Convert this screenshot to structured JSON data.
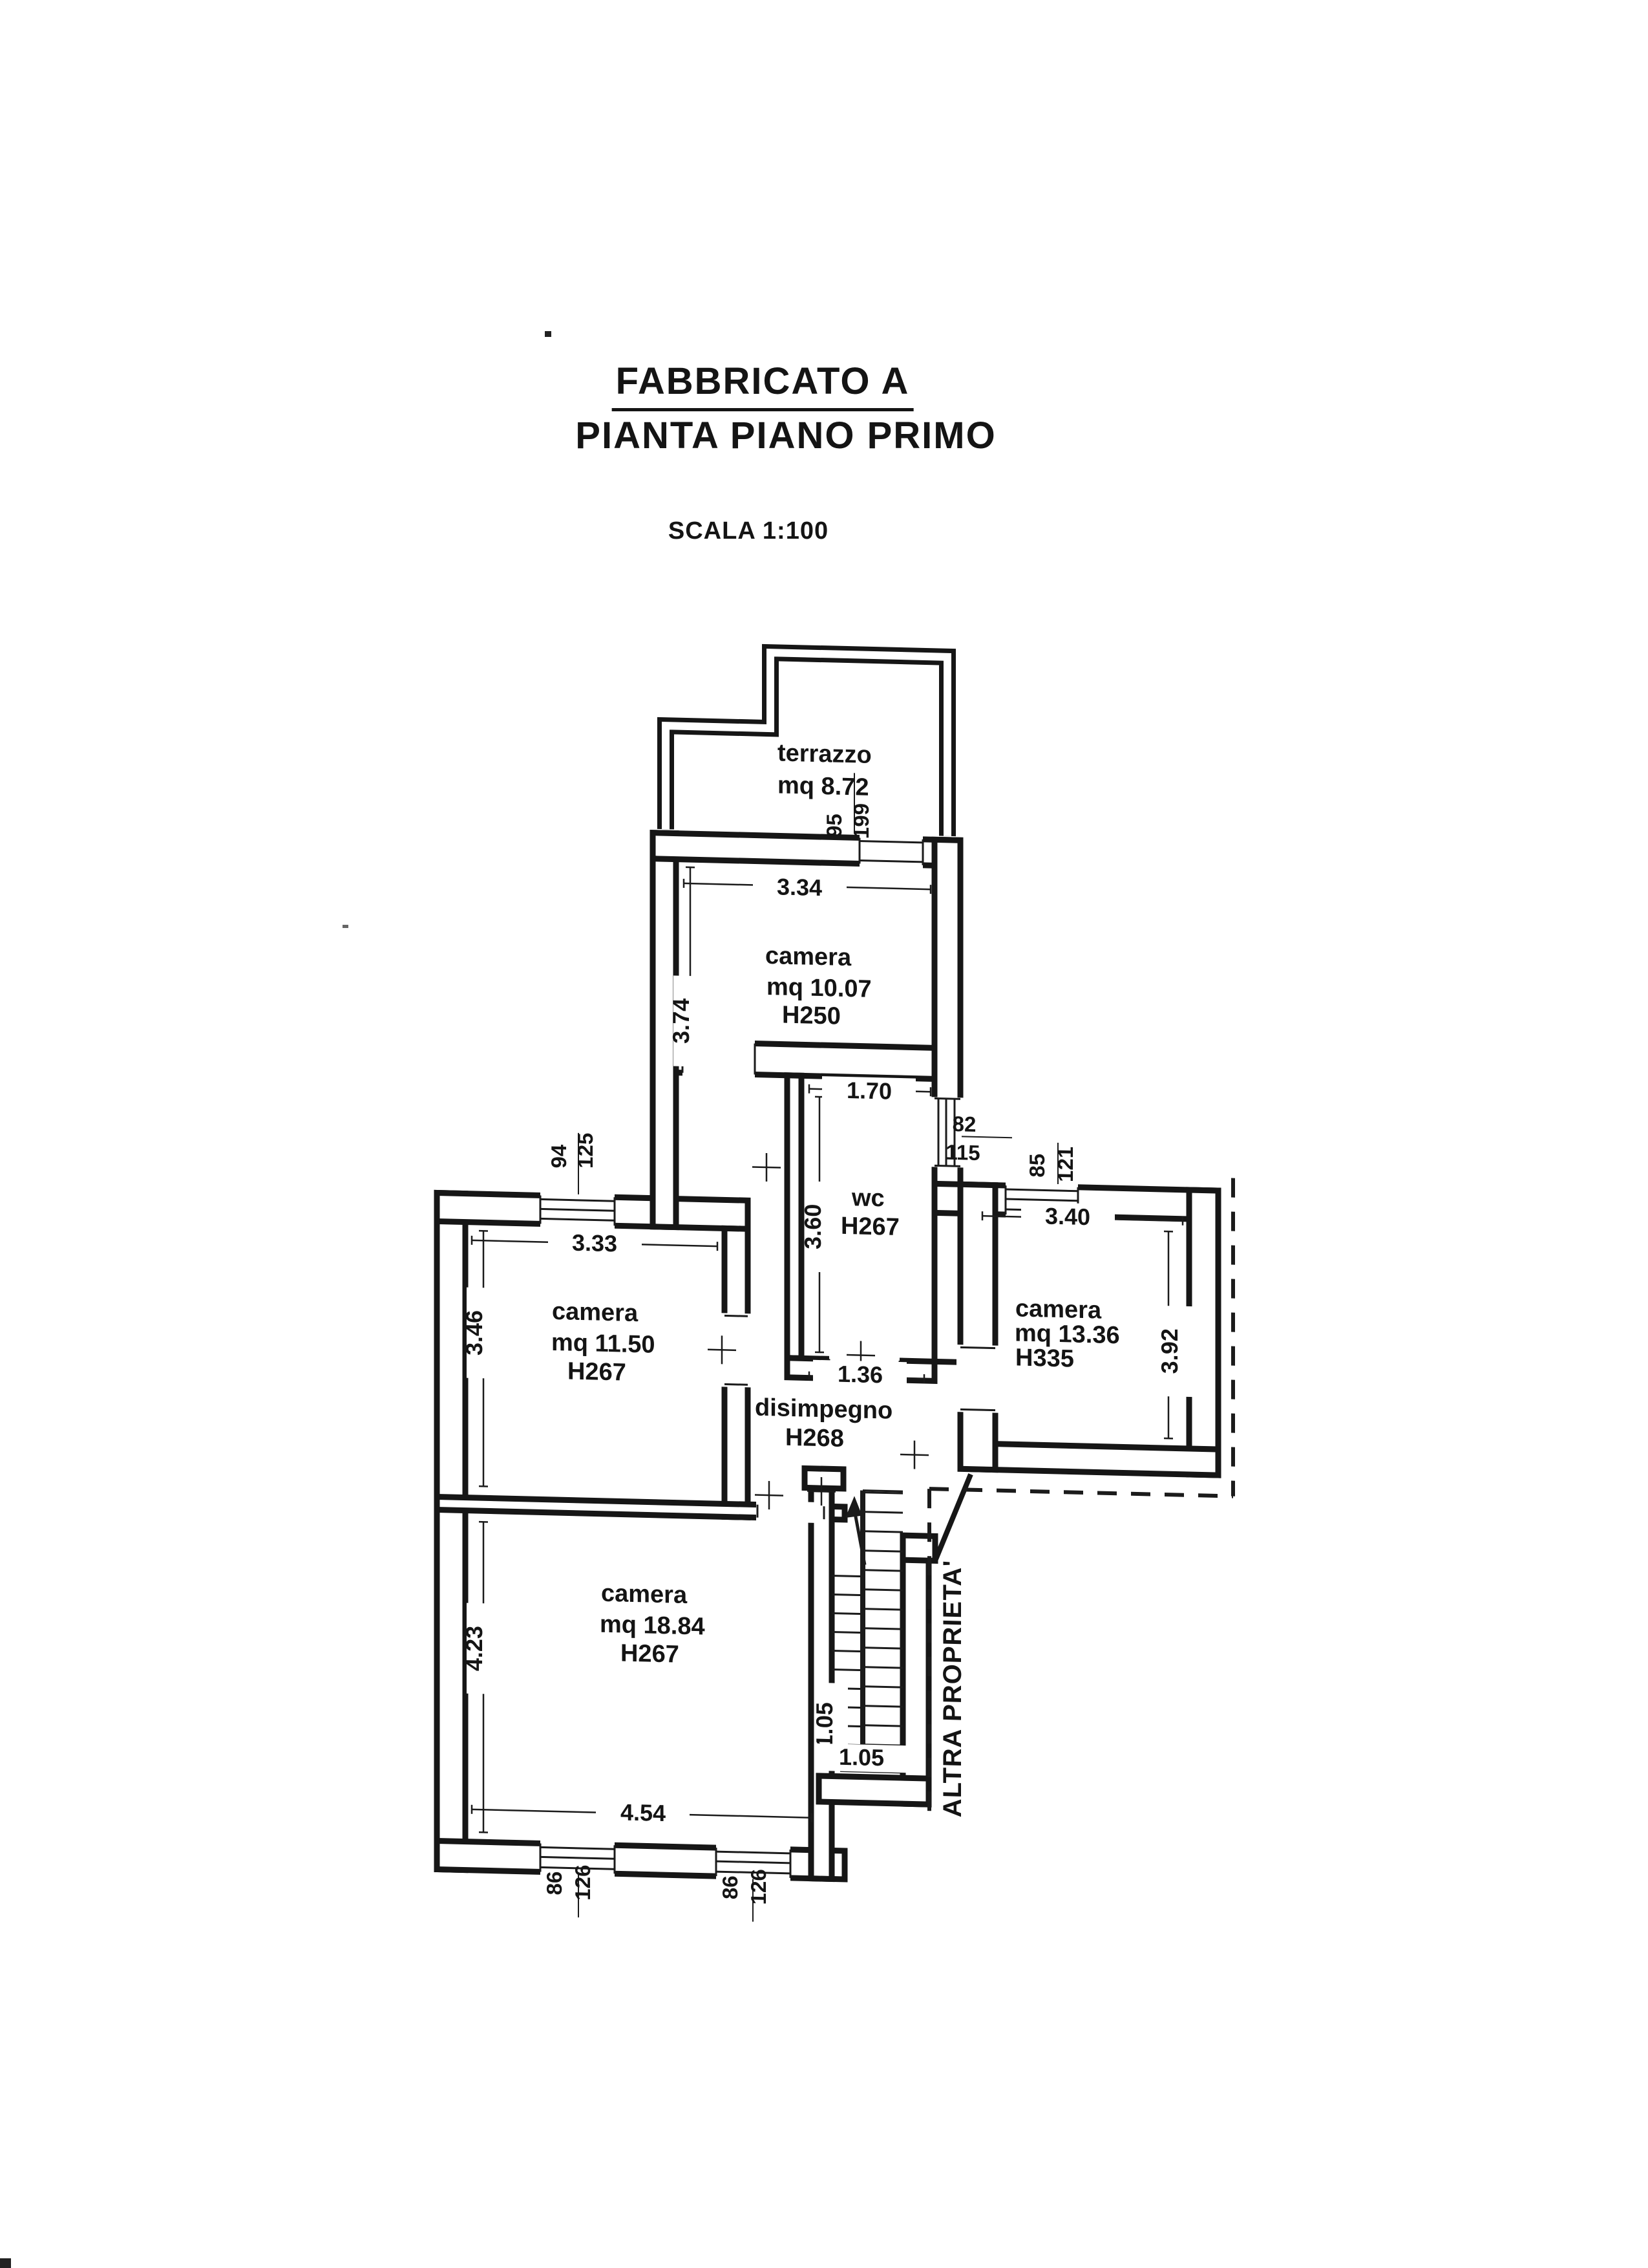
{
  "titles": {
    "building": "FABBRICATO A",
    "plan": "PIANTA PIANO PRIMO",
    "scale": "SCALA 1:100"
  },
  "rooms": {
    "terrazzo": {
      "name": "terrazzo",
      "area": "mq 8.72"
    },
    "camera_a": {
      "name": "camera",
      "area": "mq 10.07",
      "height": "H250"
    },
    "wc": {
      "name": "wc",
      "height": "H267"
    },
    "camera_b": {
      "name": "camera",
      "area": "mq 11.50",
      "height": "H267"
    },
    "camera_c": {
      "name": "camera",
      "area": "mq 13.36",
      "height": "H335"
    },
    "disimpegno": {
      "name": "disimpegno",
      "height": "H268"
    },
    "camera_d": {
      "name": "camera",
      "area": "mq 18.84",
      "height": "H267"
    }
  },
  "dimensions": {
    "camera_a_width": "3.34",
    "camera_a_depth": "3.74",
    "wc_width": "1.70",
    "wc_depth": "3.60",
    "wc_exit": "1.36",
    "camera_b_width": "3.33",
    "camera_b_depth": "3.46",
    "camera_c_width": "3.40",
    "camera_c_depth": "3.92",
    "camera_d_depth": "4.23",
    "camera_d_width": "4.54",
    "stair_depth": "1.05",
    "stair_width": "1.05"
  },
  "openings": {
    "terrace_door": {
      "w": "95",
      "h": "199"
    },
    "window_b": {
      "w": "94",
      "h": "125"
    },
    "window_wc": {
      "w": "82",
      "h": "115"
    },
    "window_c": {
      "w": "85",
      "h": "121"
    },
    "window_d1": {
      "w": "86",
      "h": "126"
    },
    "window_d2": {
      "w": "86",
      "h": "126"
    }
  },
  "boundary": {
    "label": "ALTRA PROPRIETA'"
  }
}
